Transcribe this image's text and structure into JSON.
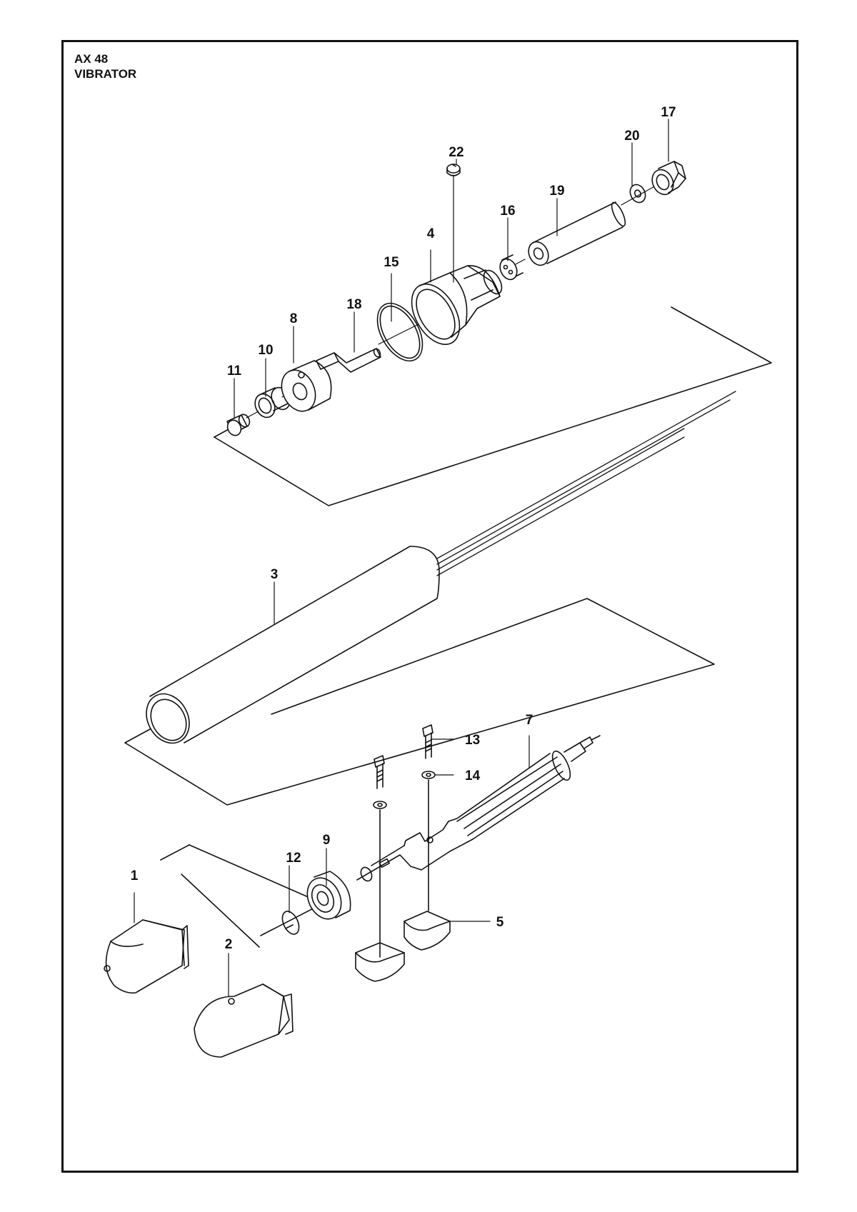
{
  "header": {
    "model": "AX 48",
    "section": "VIBRATOR"
  },
  "callouts": {
    "c1": "1",
    "c2": "2",
    "c3": "3",
    "c4": "4",
    "c5": "5",
    "c7": "7",
    "c8": "8",
    "c9": "9",
    "c10": "10",
    "c11": "11",
    "c12": "12",
    "c13": "13",
    "c14": "14",
    "c15": "15",
    "c16": "16",
    "c17": "17",
    "c18": "18",
    "c19": "19",
    "c20": "20",
    "c22": "22"
  },
  "colors": {
    "line": "#111111",
    "background": "#ffffff"
  }
}
